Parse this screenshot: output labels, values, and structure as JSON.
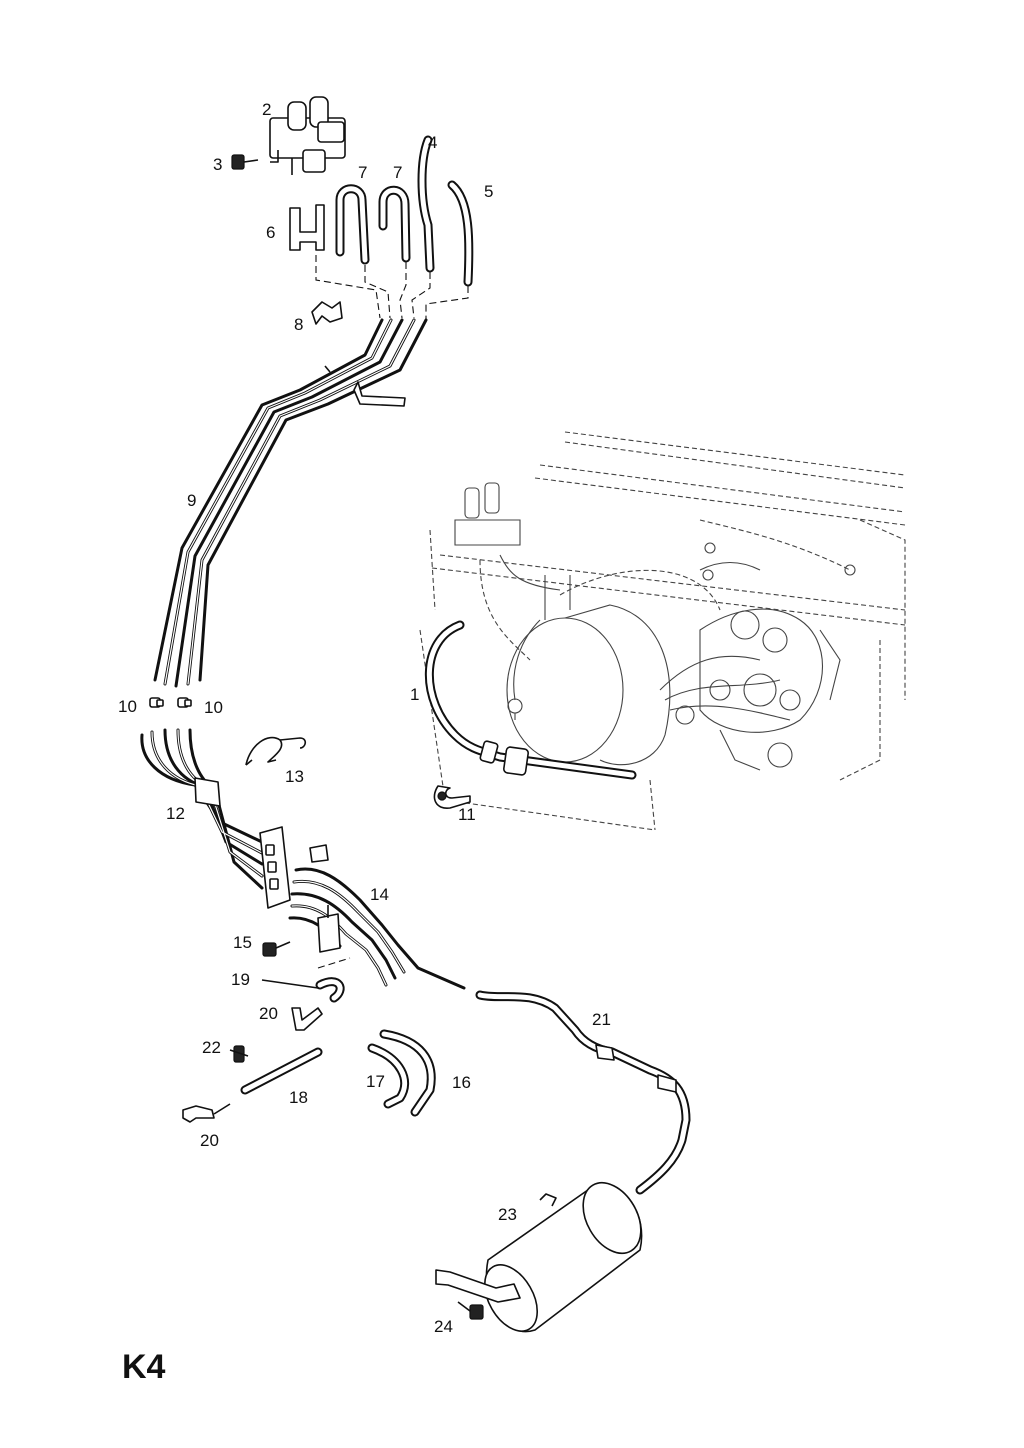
{
  "sheet_label": "K4",
  "callouts": {
    "c1": "1",
    "c2": "2",
    "c3": "3",
    "c4": "4",
    "c5": "5",
    "c6": "6",
    "c7a": "7",
    "c7b": "7",
    "c8": "8",
    "c9": "9",
    "c10a": "10",
    "c10b": "10",
    "c11": "11",
    "c12": "12",
    "c13": "13",
    "c14": "14",
    "c15": "15",
    "c16": "16",
    "c17": "17",
    "c18": "18",
    "c19": "19",
    "c20a": "20",
    "c20b": "20",
    "c21": "21",
    "c22": "22",
    "c23": "23",
    "c24": "24"
  }
}
